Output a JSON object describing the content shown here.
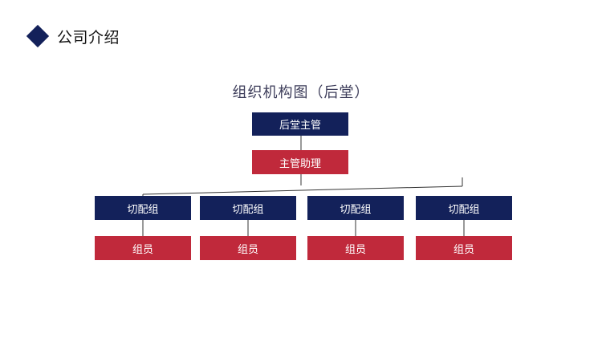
{
  "header": {
    "title": "公司介绍",
    "icon": "diamond-icon",
    "icon_color": "#13215a"
  },
  "org_chart": {
    "title": "组织机构图（后堂）",
    "head": "后堂主管",
    "assistant": "主管助理",
    "groups": [
      {
        "name": "切配组",
        "member": "组员"
      },
      {
        "name": "切配组",
        "member": "组员"
      },
      {
        "name": "切配组",
        "member": "组员"
      },
      {
        "name": "切配组",
        "member": "组员"
      }
    ],
    "colors": {
      "navy": "#13215a",
      "red": "#c0293b",
      "line": "#333333"
    }
  }
}
